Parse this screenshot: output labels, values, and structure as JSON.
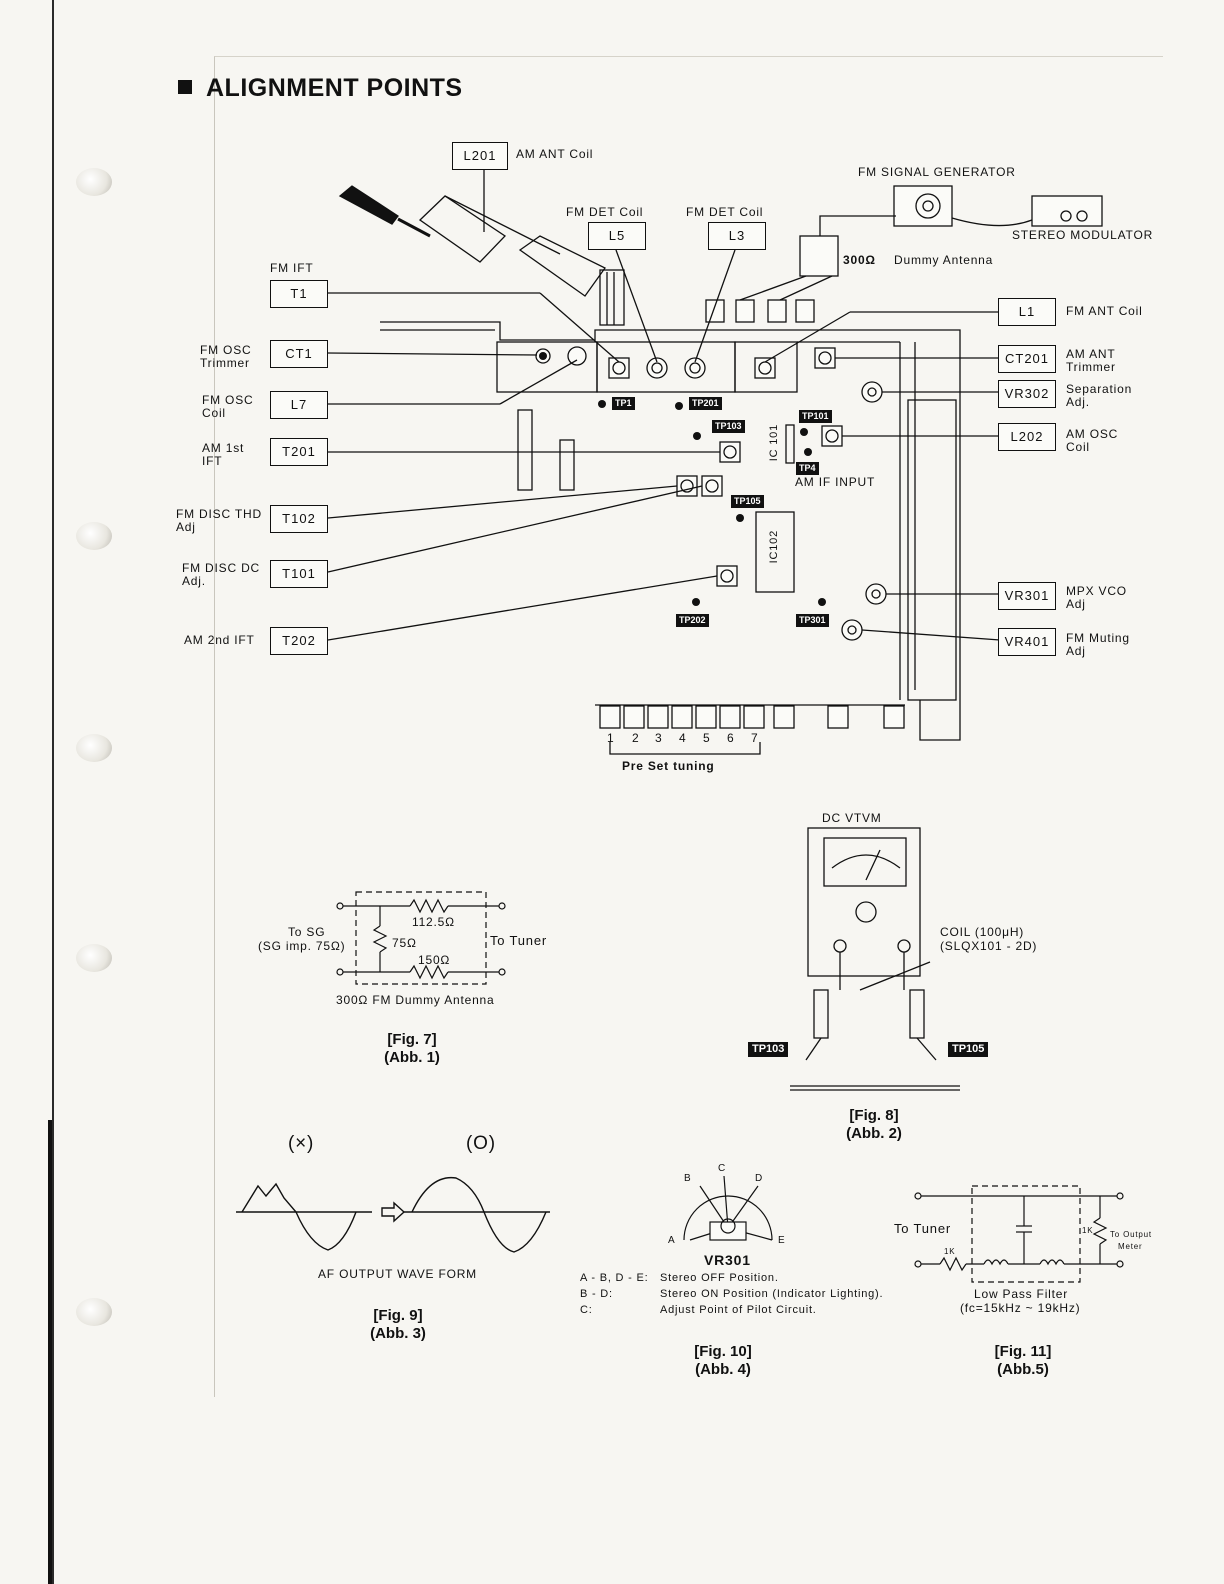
{
  "title": "ALIGNMENT POINTS",
  "components": {
    "L201": "L201",
    "L201_desc": "AM ANT Coil",
    "fm_signal_generator": "FM SIGNAL GENERATOR",
    "stereo_modulator": "STEREO MODULATOR",
    "L5_desc": "FM DET Coil",
    "L5": "L5",
    "L3_desc": "FM DET Coil",
    "L3": "L3",
    "dummy_ohm": "300Ω",
    "dummy_desc": "Dummy Antenna",
    "fm_ift": "FM IFT",
    "T1": "T1",
    "L1": "L1",
    "L1_desc": "FM ANT Coil",
    "fm_osc_trimmer": "FM OSC Trimmer",
    "CT1": "CT1",
    "CT201": "CT201",
    "CT201_desc": "AM ANT Trimmer",
    "VR302": "VR302",
    "VR302_desc": "Separation Adj.",
    "fm_osc_coil": "FM OSC Coil",
    "L7": "L7",
    "L202": "L202",
    "L202_desc": "AM OSC Coil",
    "am_1st_ift": "AM 1st IFT",
    "T201": "T201",
    "fm_disc_thd": "FM DISC THD Adj",
    "T102": "T102",
    "fm_disc_dc": "FM DISC DC Adj.",
    "T101": "T101",
    "am_2nd_ift": "AM 2nd IFT",
    "T202": "T202",
    "VR301": "VR301",
    "VR301_desc": "MPX VCO Adj",
    "VR401": "VR401",
    "VR401_desc": "FM Muting Adj",
    "am_if_input": "AM IF INPUT",
    "ic101": "IC 101",
    "ic102": "IC102"
  },
  "test_points": [
    "TP1",
    "TP201",
    "TP103",
    "TP101",
    "TP4",
    "TP105",
    "TP202",
    "TP301"
  ],
  "preset": {
    "numbers": [
      "1",
      "2",
      "3",
      "4",
      "5",
      "6",
      "7"
    ],
    "label": "Pre Set tuning"
  },
  "fig7": {
    "to_sg": "To SG",
    "sg_imp": "(SG imp. 75Ω)",
    "to_tuner": "To Tuner",
    "r1": "112.5Ω",
    "r2": "75Ω",
    "r3": "150Ω",
    "caption": "300Ω FM Dummy Antenna",
    "fig": "[Fig. 7]",
    "abb": "(Abb. 1)"
  },
  "fig8": {
    "dc_vtvm": "DC VTVM",
    "coil": "COIL (100μH)",
    "coil_part": "(SLQX101 - 2D)",
    "tp103": "TP103",
    "tp105": "TP105",
    "fig": "[Fig. 8]",
    "abb": "(Abb. 2)"
  },
  "fig9": {
    "bad": "(×)",
    "good": "(O)",
    "caption": "AF OUTPUT WAVE FORM",
    "fig": "[Fig. 9]",
    "abb": "(Abb. 3)"
  },
  "fig10": {
    "points": [
      "A",
      "B",
      "C",
      "D",
      "E"
    ],
    "name": "VR301",
    "legend": [
      {
        "key": "A - B, D - E:",
        "text": "Stereo OFF Position."
      },
      {
        "key": "B - D:",
        "text": "Stereo ON Position (Indicator Lighting)."
      },
      {
        "key": "C:",
        "text": "Adjust Point of Pilot Circuit."
      }
    ],
    "fig": "[Fig. 10]",
    "abb": "(Abb. 4)"
  },
  "fig11": {
    "to_tuner": "To Tuner",
    "r1": "1K",
    "r2": "1K",
    "to_output": "To Output",
    "meter": "Meter",
    "caption": "Low Pass Filter",
    "range": "(fc=15kHz ~ 19kHz)",
    "fig": "[Fig. 11]",
    "abb": "(Abb.5)"
  }
}
